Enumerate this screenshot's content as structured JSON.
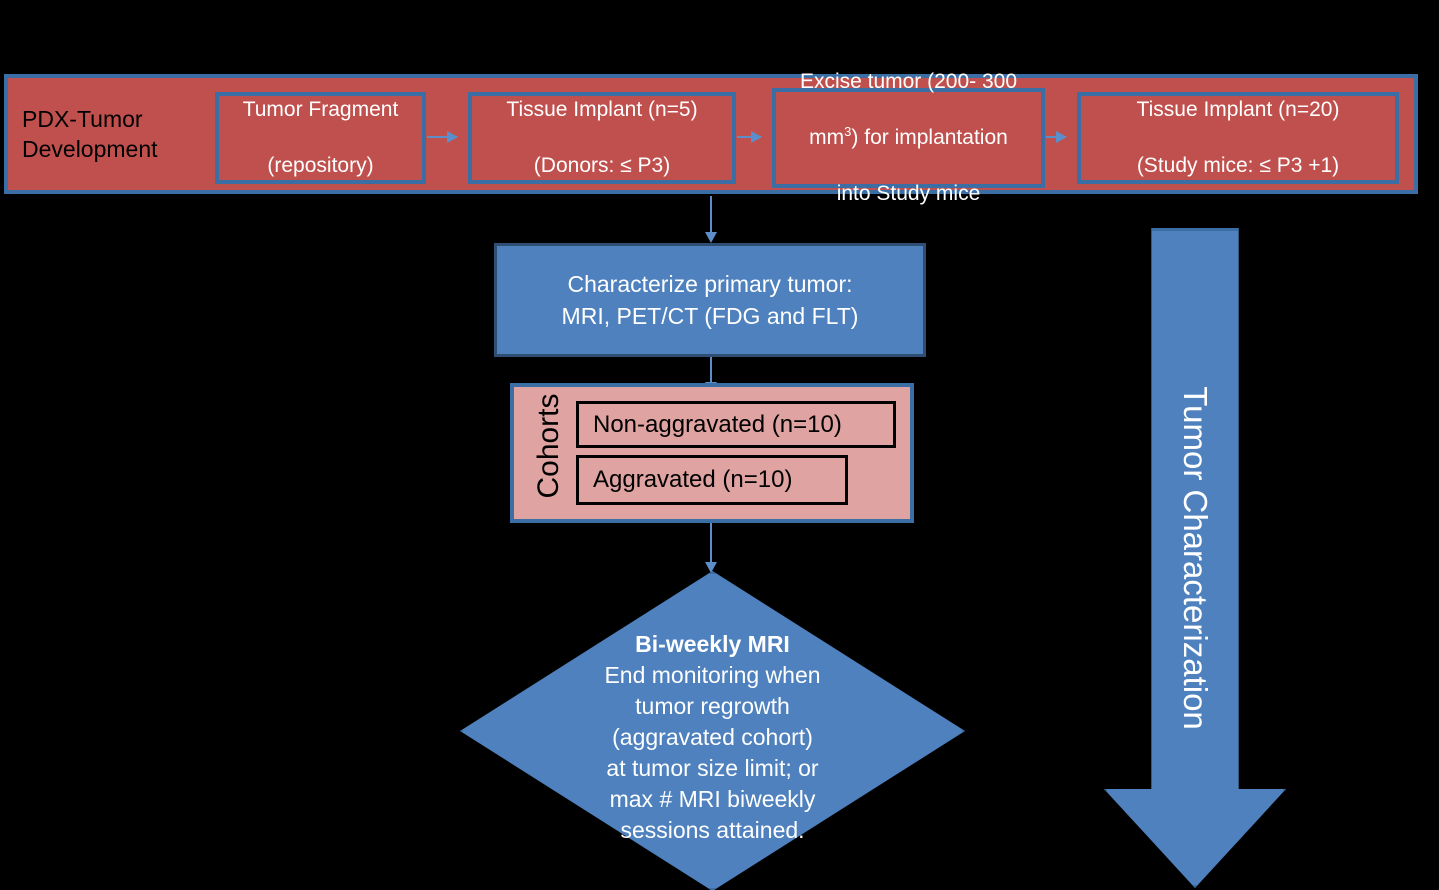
{
  "banner": {
    "title": "PDX-Tumor Development",
    "fill_color": "#C0504D",
    "border_color": "#3A6EA5",
    "stages": [
      {
        "line1": "Tumor Fragment",
        "line2": "(repository)"
      },
      {
        "line1": "Tissue Implant (n=5)",
        "line2": "(Donors: ≤ P3)"
      },
      {
        "line1": "Excise tumor (200- 300",
        "line2": "mm3) for implantation",
        "line3": "into Study mice"
      },
      {
        "line1": "Tissue Implant (n=20)",
        "line2": "(Study mice: ≤ P3 +1)"
      }
    ]
  },
  "characterize": {
    "line1": "Characterize primary tumor:",
    "line2": "MRI, PET/CT (FDG and FLT)",
    "fill_color": "#4E81BD"
  },
  "cohorts": {
    "label": "Cohorts",
    "fill_color": "#DFA3A1",
    "items": [
      {
        "label": "Non-aggravated (n=10)"
      },
      {
        "label": "Aggravated (n=10)"
      }
    ]
  },
  "decision": {
    "heading": "Bi-weekly MRI",
    "line1": "End monitoring when",
    "line2": "tumor regrowth",
    "line3": "(aggravated cohort)",
    "line4": "at tumor size limit; or",
    "line5": "max # MRI biweekly",
    "line6": "sessions attained.",
    "fill_color": "#4E81BD"
  },
  "side_arrow": {
    "label": "Tumor Characterization",
    "fill_color": "#4E81BD"
  }
}
